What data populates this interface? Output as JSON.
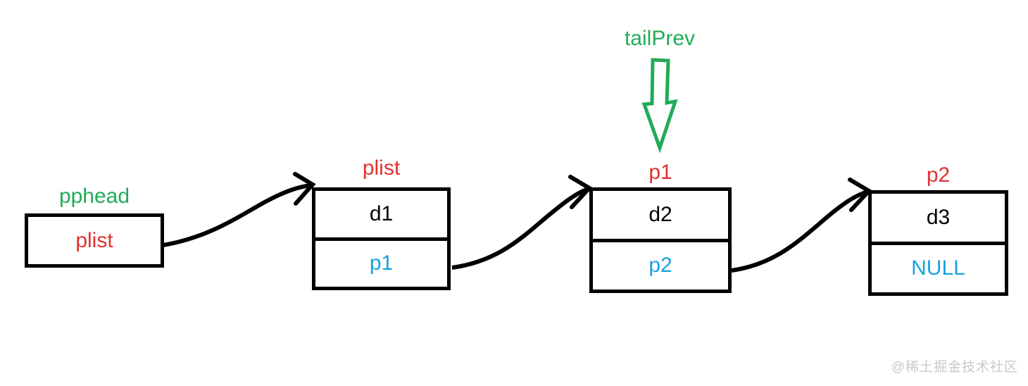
{
  "tail_prev": {
    "label": "tailPrev"
  },
  "pphead": {
    "label": "pphead",
    "value": "plist"
  },
  "nodes": [
    {
      "label": "plist",
      "data": "d1",
      "next": "p1"
    },
    {
      "label": "p1",
      "data": "d2",
      "next": "p2"
    },
    {
      "label": "p2",
      "data": "d3",
      "next": "NULL"
    }
  ],
  "watermark": "@稀土掘金技术社区",
  "colors": {
    "pointer_label_green": "#22ab57",
    "node_label_red": "#e0312f",
    "next_pointer_blue": "#17a2e0",
    "line_black": "#000000",
    "watermark_gray": "#c9c9c9"
  }
}
